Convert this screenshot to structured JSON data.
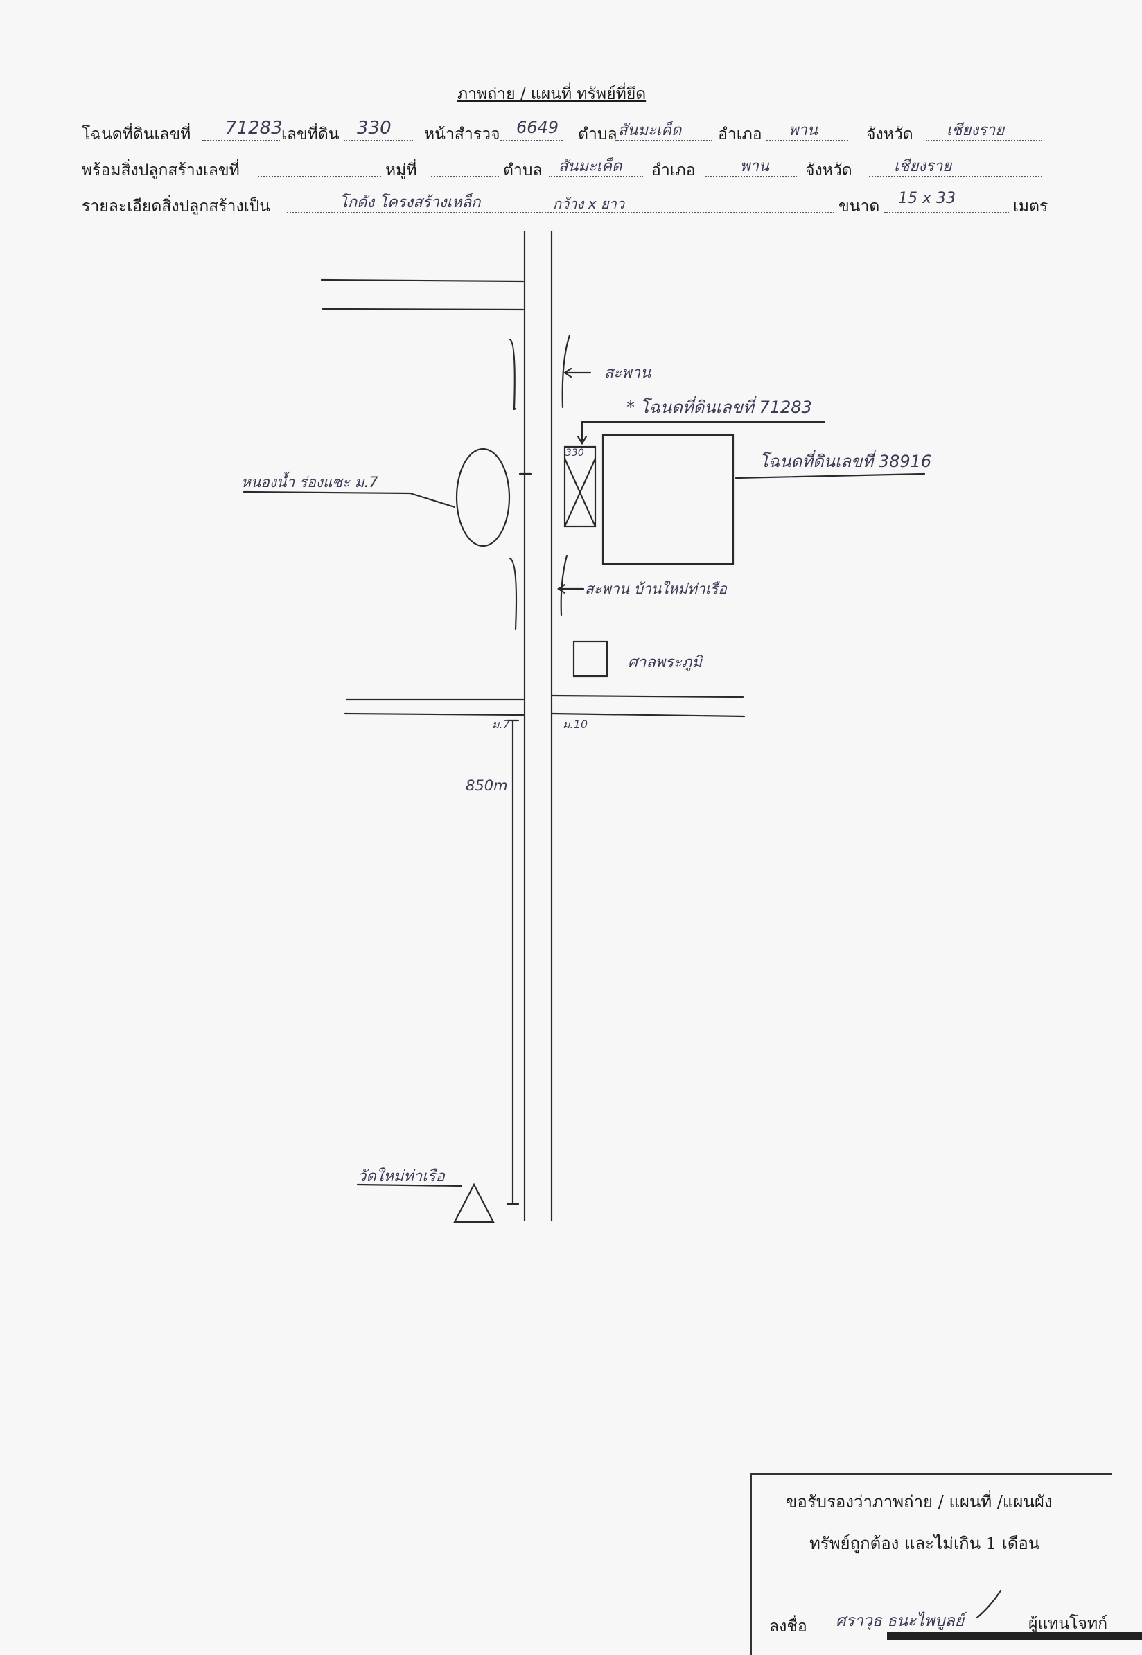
{
  "header": {
    "title": "ภาพถ่าย / แผนที่ ทรัพย์ที่ยึด"
  },
  "line1": {
    "deed_label": "โฉนดที่ดินเลขที่",
    "deed_no": "71283",
    "land_no_label": "เลขที่ดิน",
    "land_no": "330",
    "survey_label": "หน้าสำรวจ",
    "survey_no": "6649",
    "tambon_label": "ตำบล",
    "tambon": "สันมะเค็ด",
    "amphoe_label": "อำเภอ",
    "amphoe": "พาน",
    "province_label": "จังหวัด",
    "province": "เชียงราย"
  },
  "line2": {
    "building_label": "พร้อมสิ่งปลูกสร้างเลขที่",
    "moo_label": "หมู่ที่",
    "tambon_label": "ตำบล",
    "tambon": "สันมะเค็ด",
    "amphoe_label": "อำเภอ",
    "amphoe": "พาน",
    "province_label": "จังหวัด",
    "province": "เชียงราย"
  },
  "line3": {
    "detail_label": "รายละเอียดสิ่งปลูกสร้างเป็น",
    "detail": "โกดัง โครงสร้างเหล็ก",
    "dims_word": "กว้าง x ยาว",
    "size_label": "ขนาด",
    "size": "15 x 33",
    "unit": "เมตร"
  },
  "map": {
    "bridge_top": "สะพาน",
    "deed_note": "* โฉนดที่ดินเลขที่ 71283",
    "parcel_330": "330",
    "deed_right": "โฉนดที่ดินเลขที่ 38916",
    "pond": "หนองน้ำ ร่องแซะ ม.7",
    "bridge_bottom": "สะพาน บ้านใหม่ท่าเรือ",
    "shrine": "ศาลพระภูมิ",
    "moo7": "ม.7",
    "moo10": "ม.10",
    "distance": "850m",
    "temple": "วัดใหม่ท่าเรือ"
  },
  "certification": {
    "line1": "ขอรับรองว่าภาพถ่าย / แผนที่ /แผนผัง",
    "line2": "ทรัพย์ถูกต้อง และไม่เกิน 1 เดือน",
    "sign_label": "ลงชื่อ",
    "signer": "ศราวุธ ธนะไพบูลย์",
    "role": "ผู้แทนโจทก์"
  }
}
